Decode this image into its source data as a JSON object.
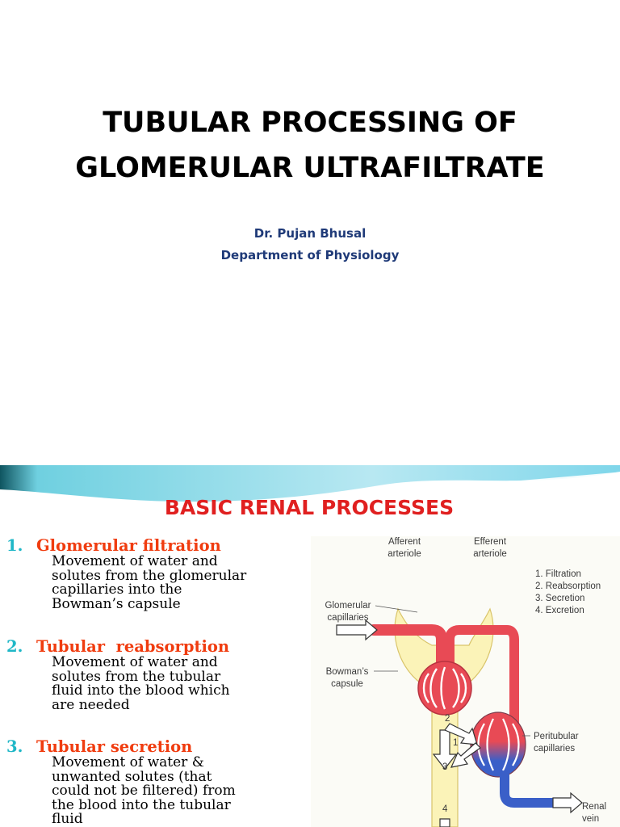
{
  "slide1": {
    "title_line1": "TUBULAR PROCESSING OF",
    "title_line2": "GLOMERULAR ULTRAFILTRATE",
    "author": "Dr. Pujan Bhusal",
    "department": "Department of Physiology"
  },
  "slide2": {
    "title": "BASIC RENAL PROCESSES",
    "processes": [
      {
        "number": "1.",
        "heading": "Glomerular filtration",
        "desc": [
          "Movement of water and",
          "solutes from the glomerular",
          "capillaries into the",
          "Bowman’s capsule"
        ]
      },
      {
        "number": "2.",
        "heading": "Tubular  reabsorption",
        "desc": [
          "Movement of water and",
          "solutes from the tubular",
          "fluid into the blood which",
          "are needed"
        ]
      },
      {
        "number": "3.",
        "heading": "Tubular secretion",
        "desc": [
          "Movement of water &",
          "unwanted solutes (that",
          "could not be filtered) from",
          "the blood into the tubular",
          "fluid"
        ]
      }
    ],
    "diagram": {
      "afferent": [
        "Afferent",
        "arteriole"
      ],
      "efferent": [
        "Efferent",
        "arteriole"
      ],
      "legend": [
        "1. Filtration",
        "2. Reabsorption",
        "3. Secretion",
        "4. Excretion"
      ],
      "glomerular": [
        "Glomerular",
        "capillaries"
      ],
      "bowmans": [
        "Bowman’s",
        "capsule"
      ],
      "peritubular": [
        "Peritubular",
        "capillaries"
      ],
      "renal_vein": [
        "Renal",
        "vein"
      ],
      "markers": [
        "1",
        "2",
        "3",
        "4"
      ]
    },
    "colors": {
      "title": "#e02020",
      "heading": "#f03c0f",
      "number": "#1fb7c7",
      "artery": "#e84a55",
      "vein": "#3a5fc8",
      "tubule": "#fbf3b8"
    }
  }
}
